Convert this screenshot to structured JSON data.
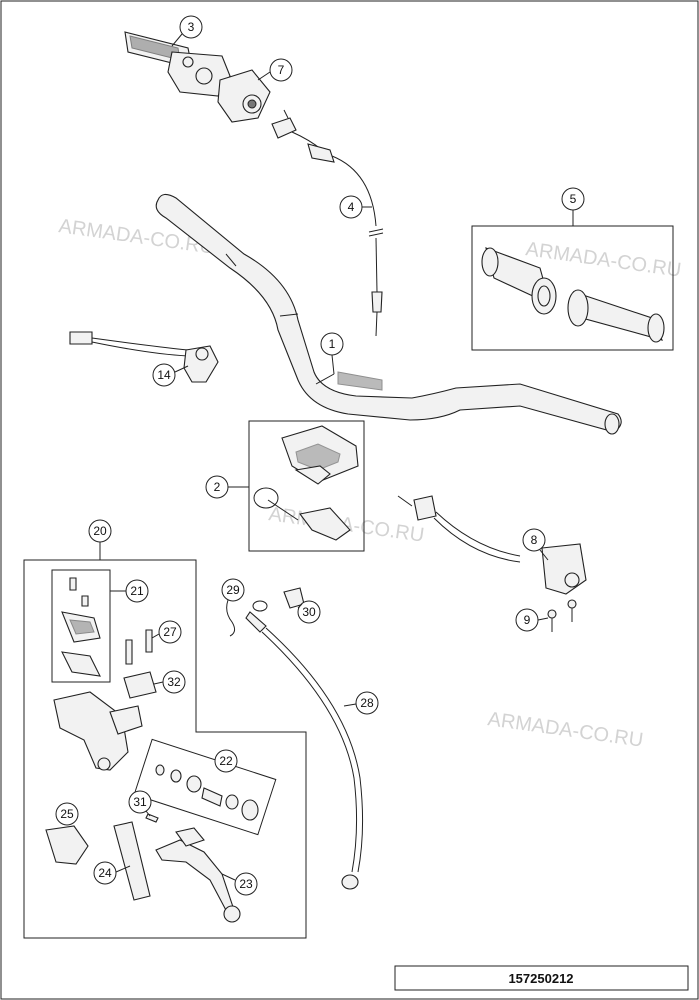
{
  "diagram": {
    "watermark": "ARMADA-CO.RU",
    "document_number": "157250212",
    "callouts": [
      "1",
      "2",
      "3",
      "4",
      "5",
      "7",
      "8",
      "9",
      "14",
      "20",
      "21",
      "22",
      "23",
      "24",
      "25",
      "27",
      "28",
      "29",
      "30",
      "31",
      "32"
    ]
  }
}
